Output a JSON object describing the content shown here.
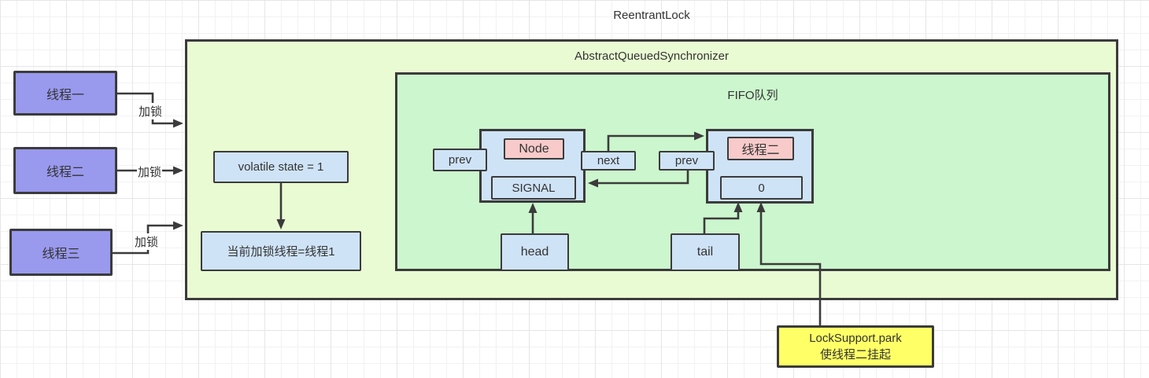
{
  "diagram": {
    "title": "ReentrantLock",
    "aqs": {
      "label": "AbstractQueuedSynchronizer"
    },
    "fifo": {
      "label": "FIFO队列"
    },
    "threads": [
      {
        "label": "线程一",
        "edge_label": "加锁"
      },
      {
        "label": "线程二",
        "edge_label": "加锁"
      },
      {
        "label": "线程三",
        "edge_label": "加锁"
      }
    ],
    "state_box": "volatile state = 1",
    "owner_box": "当前加锁线程=线程1",
    "node1": {
      "title": "Node",
      "wait_status": "SIGNAL",
      "prev_label": "prev",
      "next_label": "next"
    },
    "node2": {
      "title": "线程二",
      "wait_status": "0",
      "prev_label": "prev"
    },
    "head_label": "head",
    "tail_label": "tail",
    "park_note": {
      "line1": "LockSupport.park",
      "line2": "使线程二挂起"
    },
    "colors": {
      "thread_fill": "#9999ee",
      "field_fill": "#cfe3f7",
      "node_title_fill": "#f8caca",
      "aqs_fill": "#e9fbd2",
      "fifo_fill": "#ccf6cd",
      "note_fill": "#ffff66",
      "stroke": "#3b3b3b"
    }
  }
}
